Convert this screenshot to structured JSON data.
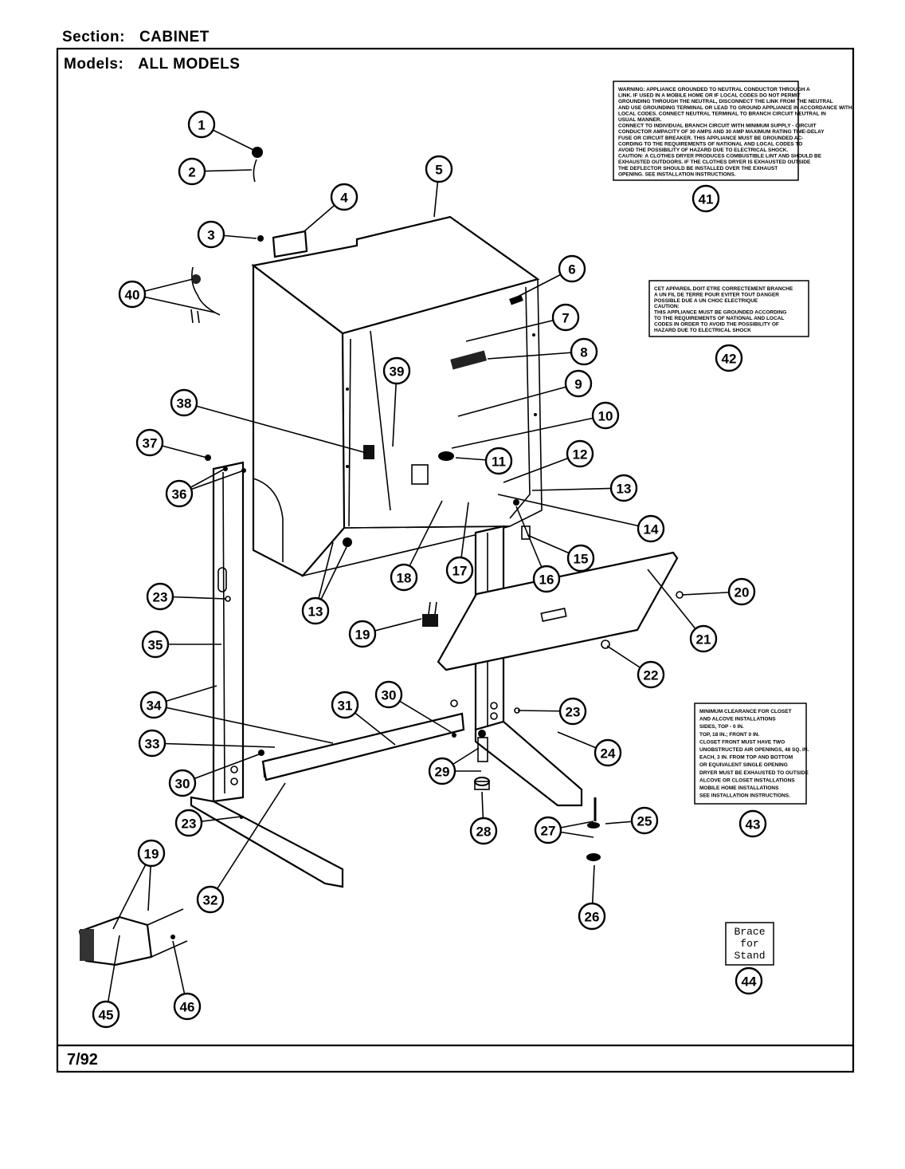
{
  "header": {
    "section_label": "Section:",
    "section_value": "CABINET",
    "models_label": "Models:",
    "models_value": "ALL MODELS"
  },
  "footer": {
    "date": "7/92"
  },
  "labels": {
    "label_41": [
      "WARNING: APPLIANCE GROUNDED TO NEUTRAL CONDUCTOR THROUGH A",
      "LINK. IF USED IN A MOBILE HOME OR IF LOCAL CODES DO NOT PERMIT",
      "GROUNDING THROUGH THE NEUTRAL, DISCONNECT THE LINK FROM THE NEUTRAL",
      "AND USE GROUNDING TERMINAL OR LEAD TO GROUND APPLIANCE IN ACCORDANCE WITH",
      "LOCAL CODES. CONNECT NEUTRAL TERMINAL TO BRANCH CIRCUIT NEUTRAL IN",
      "USUAL MANNER.",
      "CONNECT TO INDIVIDUAL BRANCH CIRCUIT WITH MINIMUM SUPPLY - CIRCUIT",
      "CONDUCTOR AMPACITY OF 30 AMPS AND 30 AMP MAXIMUM RATING TIME-DELAY",
      "FUSE OR CIRCUIT BREAKER. THIS APPLIANCE MUST BE GROUNDED AC-",
      "CORDING TO THE REQUIREMENTS OF NATIONAL AND LOCAL CODES TO",
      "AVOID THE POSSIBILITY OF HAZARD DUE TO ELECTRICAL SHOCK.",
      "CAUTION: A CLOTHES DRYER PRODUCES COMBUSTIBLE LINT AND SHOULD BE",
      "EXHAUSTED OUTDOORS. IF THE CLOTHES DRYER IS EXHAUSTED OUTSIDE",
      "THE DEFLECTOR SHOULD BE INSTALLED OVER THE EXHAUST",
      "OPENING. SEE INSTALLATION INSTRUCTIONS."
    ],
    "label_42": [
      "CET APPAREIL DOIT ETRE CORRECTEMENT BRANCHE",
      "A UN FIL DE TERRE POUR EVITER TOUT DANGER",
      "POSSIBLE DUE A UN CHOC ELECTRIQUE",
      "CAUTION:",
      "THIS APPLIANCE MUST BE GROUNDED ACCORDING",
      "TO THE REQUIREMENTS OF NATIONAL AND LOCAL",
      "CODES IN ORDER TO AVOID THE POSSIBILITY OF",
      "HAZARD DUE TO ELECTRICAL SHOCK"
    ],
    "label_43": [
      "MINIMUM CLEARANCE FOR CLOSET",
      "AND ALCOVE INSTALLATIONS",
      "SIDES, TOP - 0 IN.",
      "TOP, 18 IN.; FRONT 0 IN.",
      "CLOSET FRONT MUST HAVE TWO",
      "UNOBSTRUCTED AIR OPENINGS, 48 SQ. IN.",
      "EACH, 3 IN. FROM TOP AND BOTTOM",
      "OR EQUIVALENT SINGLE OPENING",
      "DRYER MUST BE EXHAUSTED TO OUTSIDE",
      "ALCOVE OR CLOSET INSTALLATIONS",
      "MOBILE HOME INSTALLATIONS",
      "SEE INSTALLATION INSTRUCTIONS."
    ],
    "label_44": [
      "Brace",
      "for",
      "Stand"
    ]
  },
  "callouts": [
    "1",
    "2",
    "3",
    "4",
    "5",
    "6",
    "7",
    "8",
    "9",
    "10",
    "11",
    "12",
    "13",
    "13",
    "14",
    "15",
    "16",
    "17",
    "18",
    "19",
    "19",
    "20",
    "21",
    "22",
    "23",
    "23",
    "23",
    "24",
    "25",
    "26",
    "27",
    "28",
    "29",
    "30",
    "30",
    "31",
    "32",
    "33",
    "34",
    "35",
    "36",
    "37",
    "38",
    "39",
    "40",
    "41",
    "42",
    "43",
    "44",
    "45",
    "46"
  ]
}
